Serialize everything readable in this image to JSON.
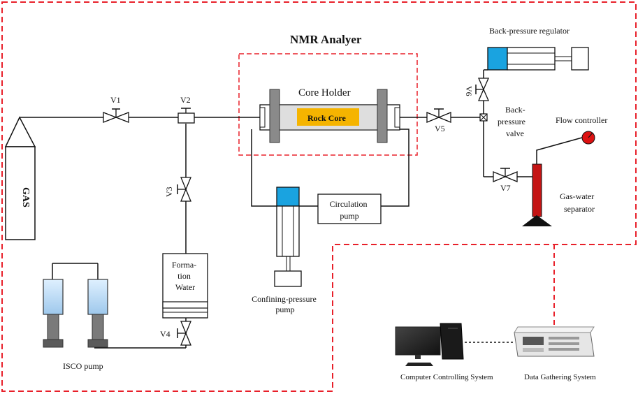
{
  "diagram": {
    "title": "NMR Analyer",
    "core_holder": "Core Holder",
    "rock_core": "Rock Core",
    "gas": "GAS",
    "valves": {
      "v1": "V1",
      "v2": "V2",
      "v3": "V3",
      "v4": "V4",
      "v5": "V5",
      "v6": "V6",
      "v7": "V7"
    },
    "back_pressure_regulator": "Back-pressure regulator",
    "back_pressure_valve": [
      "Back-",
      "pressure",
      "valve"
    ],
    "flow_controller": "Flow controller",
    "gas_water_separator": [
      "Gas-water",
      "separator"
    ],
    "circulation_pump": [
      "Circulation",
      "pump"
    ],
    "confining_pressure_pump": [
      "Confining-pressure",
      "pump"
    ],
    "formation_water": [
      "Forma-",
      "tion",
      "Water"
    ],
    "isco_pump": "ISCO pump",
    "computer_system": "Computer Controlling System",
    "data_system": "Data Gathering System",
    "colors": {
      "dashed": "#e8202a",
      "piston": "#1aa3e0",
      "rock_core": "#f5b400",
      "separator": "#c41414",
      "flow_controller": "#dd1111"
    }
  }
}
